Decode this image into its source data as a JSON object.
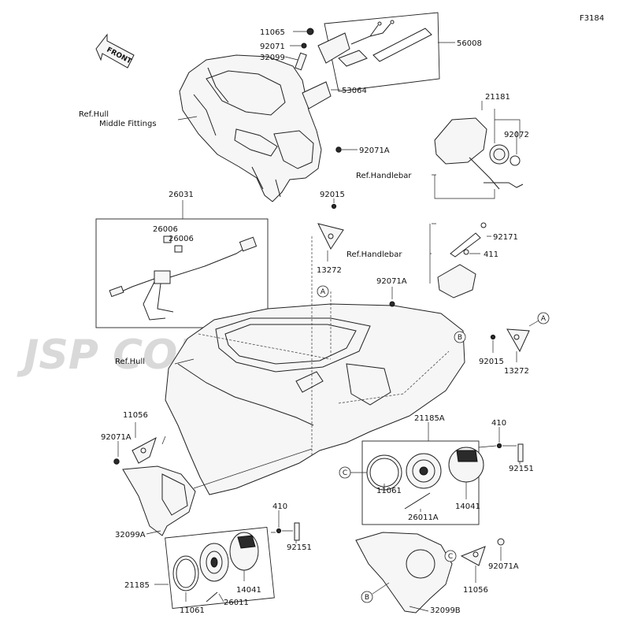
{
  "figure_code": "F3184",
  "watermark": "JSP CORPORATION",
  "front_label": "FRONT",
  "labels": {
    "p11065": "11065",
    "p92071": "92071",
    "p32099": "32099",
    "p56008": "56008",
    "p53064": "53064",
    "p92071A_top": "92071A",
    "ref_hull_mid": [
      "Ref.Hull",
      "Middle Fittings"
    ],
    "p21181": "21181",
    "p92072": "92072",
    "ref_handlebar_1": "Ref.Handlebar",
    "p26031": "26031",
    "p26006a": "26006",
    "p26006b": "26006",
    "p92015_a": "92015",
    "p13272_a": "13272",
    "p92171": "92171",
    "p411": "411",
    "ref_handlebar_2": "Ref.Handlebar",
    "p92071A_mid": "92071A",
    "ref_hull": "Ref.Hull",
    "p92015_b": "92015",
    "p13272_b": "13272",
    "p11056_l": "11056",
    "p92071A_l": "92071A",
    "p21185A": "21185A",
    "p410_r": "410",
    "p92151_r": "92151",
    "p11061_r": "11061",
    "p26011A": "26011A",
    "p14041_r": "14041",
    "p32099A": "32099A",
    "p410_b": "410",
    "p92151_b": "92151",
    "p21185": "21185",
    "p14041_b": "14041",
    "p11061_b": "11061",
    "p26011": "26011",
    "p92071A_r": "92071A",
    "p11056_r": "11056",
    "p32099B": "32099B"
  },
  "callouts": {
    "A": "A",
    "B": "B",
    "C": "C"
  }
}
